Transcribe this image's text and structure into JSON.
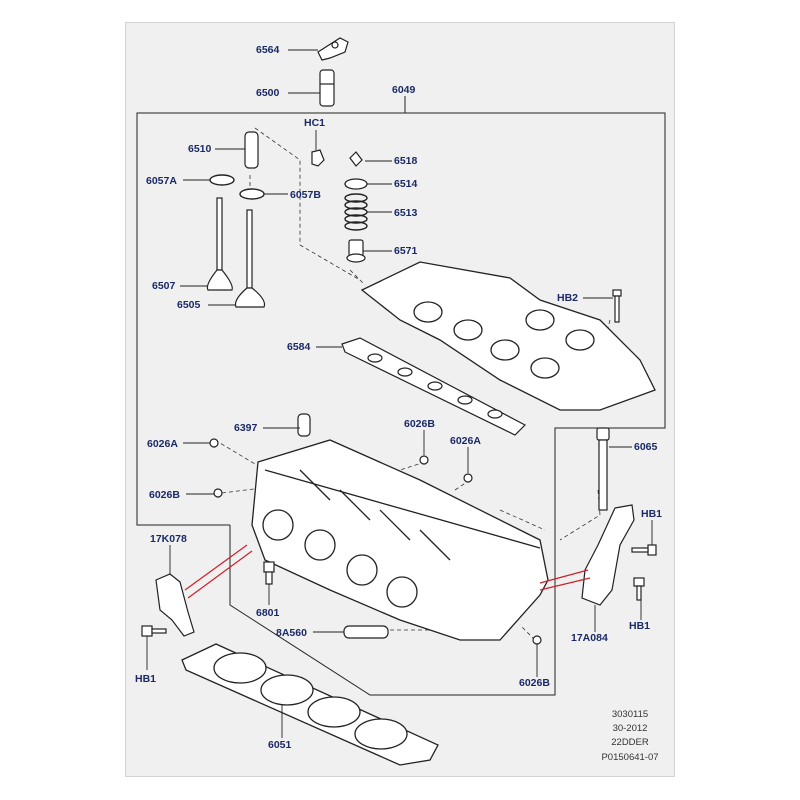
{
  "labels": {
    "p6564": "6564",
    "p6500": "6500",
    "p6049": "6049",
    "pHC1": "HC1",
    "p6510": "6510",
    "p6518": "6518",
    "p6057A": "6057A",
    "p6514": "6514",
    "p6057B": "6057B",
    "p6513": "6513",
    "p6571": "6571",
    "p6507": "6507",
    "p6505": "6505",
    "pHB2": "HB2",
    "p6584": "6584",
    "p6397": "6397",
    "p6026B_top": "6026B",
    "p6026A_left": "6026A",
    "p6026A_right": "6026A",
    "p6065": "6065",
    "p6026B_left": "6026B",
    "pHB1_right_top": "HB1",
    "p17K078": "17K078",
    "p6801": "6801",
    "pHB1_right_bottom": "HB1",
    "p17A084": "17A084",
    "p8A560": "8A560",
    "pHB1_left": "HB1",
    "p6026B_bottom": "6026B",
    "p6051": "6051"
  },
  "reference": {
    "line1": "3030115",
    "line2": "30-2012",
    "line3": "22DDER",
    "line4": "P0150641-07"
  },
  "colors": {
    "frame_bg": "#f0f0f0",
    "label": "#1b2a66",
    "leader": "#222222",
    "callout": "#d0202a"
  }
}
